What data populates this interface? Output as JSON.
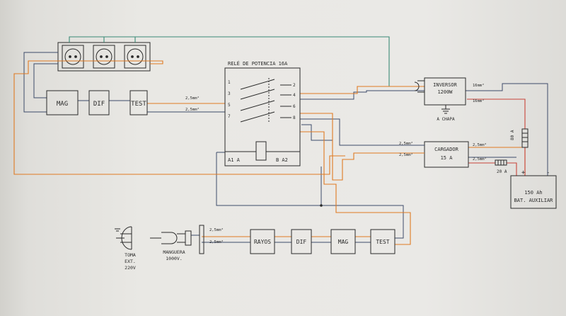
{
  "diagram": {
    "relay_title": "RELÉ DE POTENCIA 16A",
    "relay_terminals": {
      "a1": "A1 A",
      "a2": "B A2"
    },
    "relay_contacts": [
      "2",
      "4",
      "6",
      "8"
    ],
    "relay_inputs": [
      "1",
      "3",
      "5",
      "7"
    ],
    "upper_breakers": {
      "mag": "MAG",
      "dif": "DIF",
      "test": "TEST"
    },
    "lower_breakers": {
      "rayos": "RAYOS",
      "dif": "DIF",
      "mag": "MAG",
      "test": "TEST"
    },
    "inverter": {
      "line1": "INVERSOR",
      "line2": "1200W",
      "chassis": "A CHAPA"
    },
    "charger": {
      "line1": "CARGADOR",
      "line2": "15 A"
    },
    "battery": {
      "line1": "150 Ah",
      "line2": "BAT. AUXILIAR",
      "plus": "+",
      "minus": "-"
    },
    "fuses": {
      "fuse_80": "80 A",
      "fuse_20": "20 A"
    },
    "cable_labels": {
      "relay_in_top": "2,5mm²",
      "relay_in_bottom": "2,5mm²",
      "inverter_top": "16mm²",
      "inverter_bottom": "16mm²",
      "charger_in_top": "2,5mm²",
      "charger_in_bottom": "2,5mm²",
      "charger_out_top": "2,5mm²",
      "charger_out_bottom": "2,5mm²",
      "inlet_top": "2,5mm²",
      "inlet_bottom": "2,5mm²"
    },
    "outlet": {
      "line1": "TOMA",
      "line2": "EXT.",
      "line3": "220V"
    },
    "hose": {
      "line1": "MANGUERA",
      "line2": "1000V."
    }
  },
  "colors": {
    "phase": "#e07a22",
    "neutral": "#3d4b6a",
    "earth": "#3a8a76",
    "dc_positive": "#c8443a",
    "ink": "#2a2a2a"
  }
}
